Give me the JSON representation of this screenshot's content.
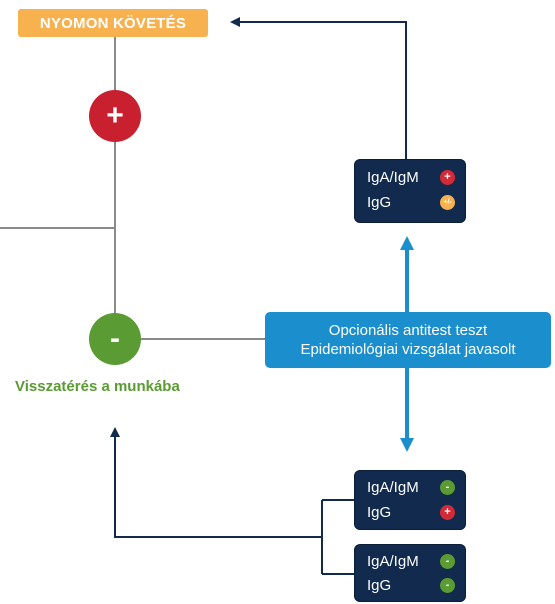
{
  "follow_up": {
    "label": "NYOMON KÖVETÉS"
  },
  "positive_result": {
    "symbol": "+"
  },
  "negative_result": {
    "symbol": "-"
  },
  "return_to_work": {
    "label": "Visszatérés a munkába"
  },
  "top_card": {
    "rows": [
      {
        "test": "IgA/IgM",
        "result": "+",
        "status": "positive"
      },
      {
        "test": "IgG",
        "result": "+/-",
        "status": "indeterminate"
      }
    ]
  },
  "optional_box": {
    "line1": "Opcionális antitest teszt",
    "line2": "Epidemiológiai vizsgálat javasolt"
  },
  "bottom_card_1": {
    "rows": [
      {
        "test": "IgA/IgM",
        "result": "-",
        "status": "negative"
      },
      {
        "test": "IgG",
        "result": "+",
        "status": "positive"
      }
    ]
  },
  "bottom_card_2": {
    "rows": [
      {
        "test": "IgA/IgM",
        "result": "-",
        "status": "negative"
      },
      {
        "test": "IgG",
        "result": "-",
        "status": "negative"
      }
    ]
  },
  "colors": {
    "follow_up_orange": "#f7b14e",
    "positive_red": "#c8202f",
    "negative_green": "#5a9b33",
    "card_navy": "#112a4d",
    "info_blue": "#1b8fcd",
    "connector_gray": "#8a8a8a"
  }
}
